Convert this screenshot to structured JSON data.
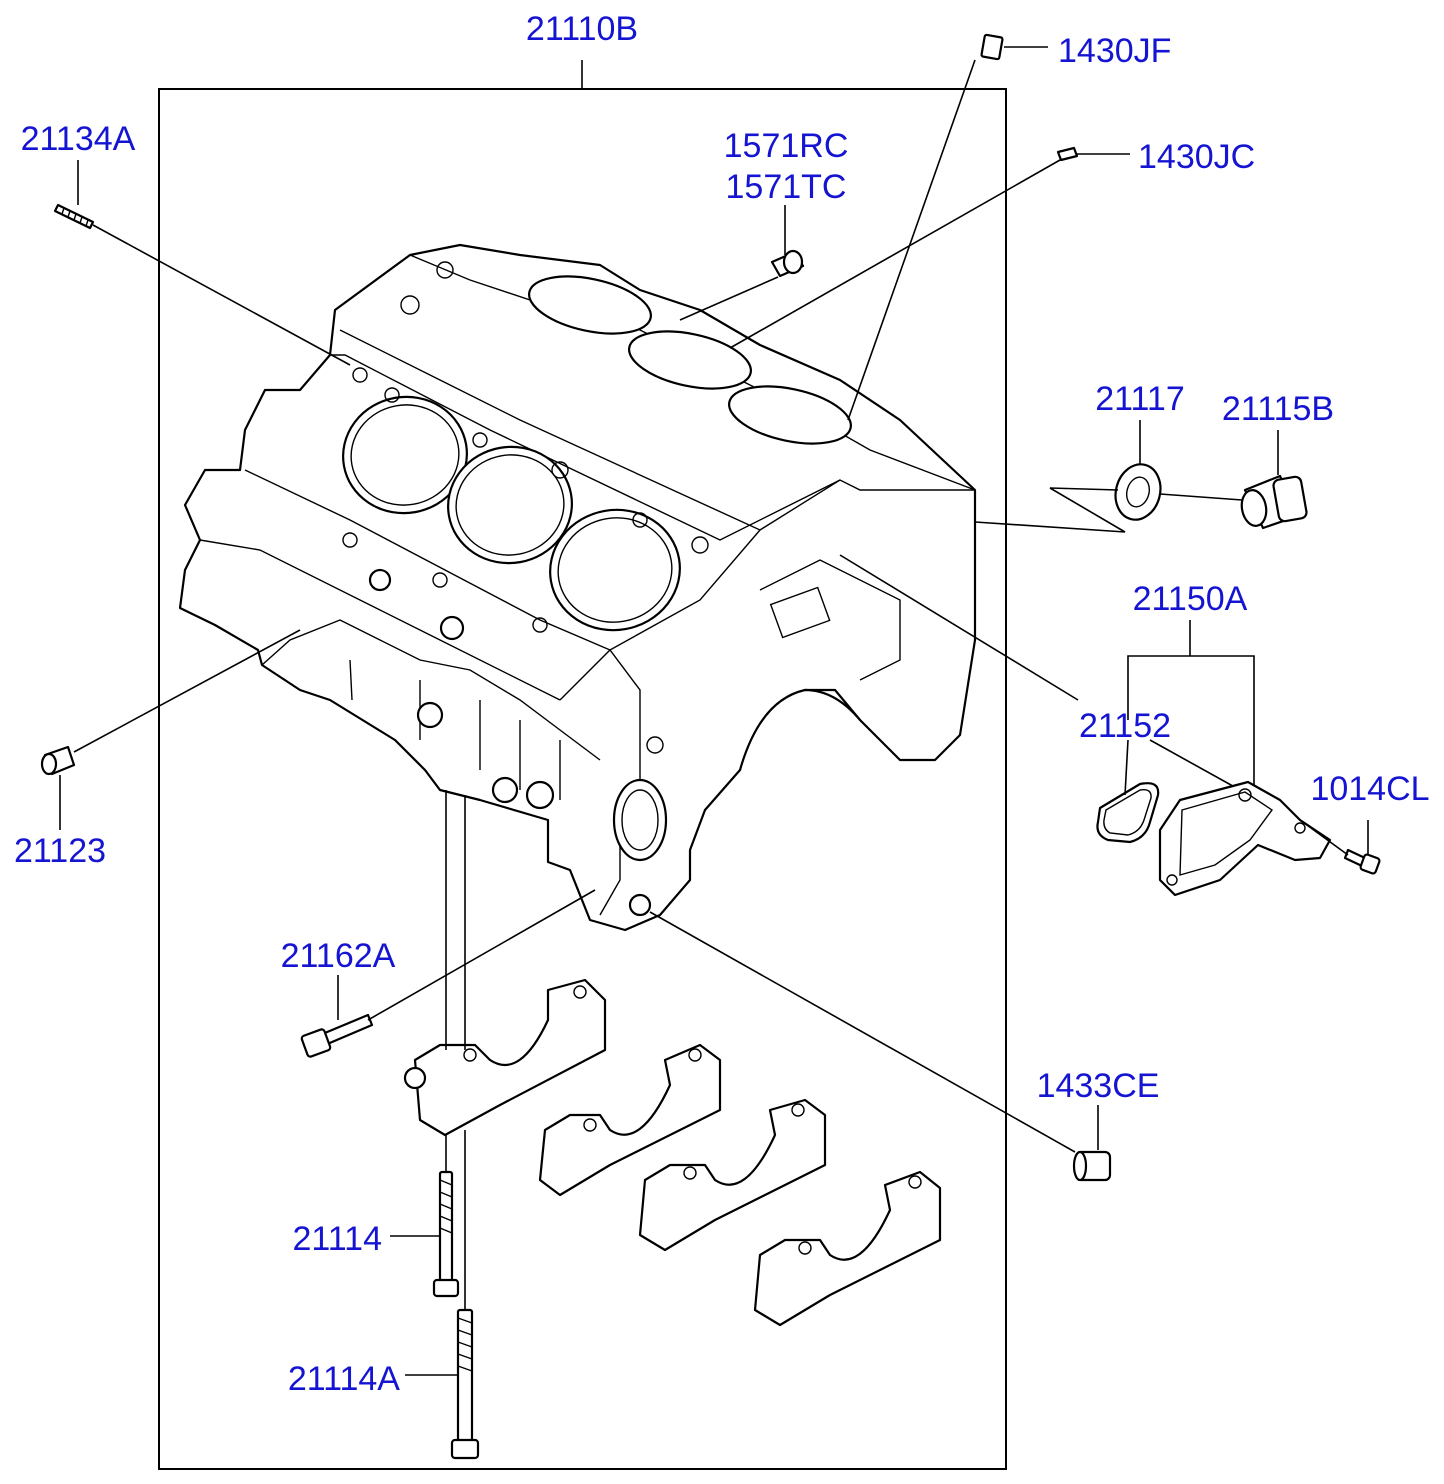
{
  "labels": {
    "block_assy": "21110B",
    "stud_top": "21134A",
    "plug_front": "21123",
    "plug_top_a": "1571RC",
    "plug_top_b": "1571TC",
    "pin_jf": "1430JF",
    "pin_jc": "1430JC",
    "gasket_drain": "21117",
    "drain_plug": "21115B",
    "cover_assy": "21150A",
    "cover_gasket": "21152",
    "cover_bolt": "1014CL",
    "bolt_bearing_side": "21162A",
    "dowel_rear": "1433CE",
    "bolt_cap": "21114",
    "bolt_cap_a": "21114A"
  }
}
